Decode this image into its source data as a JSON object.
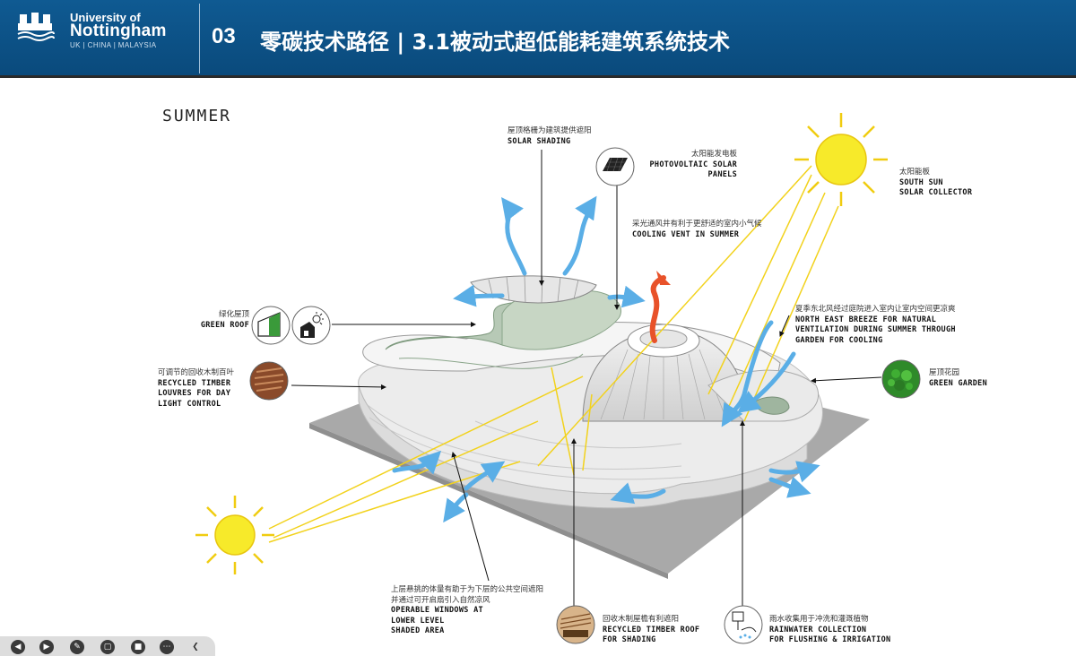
{
  "header": {
    "university": {
      "line1": "University of",
      "line2": "Nottingham",
      "line3": "UK | CHINA | MALAYSIA"
    },
    "section_number": "03",
    "title": "零碳技术路径 | 3.1被动式超低能耗建筑系统技术"
  },
  "diagram_title": "SUMMER",
  "labels": {
    "solar_shading": {
      "cn": "屋顶格栅为建筑提供遮阳",
      "en": "SOLAR SHADING"
    },
    "pv_panels": {
      "cn": "太阳能发电板",
      "en1": "PHOTOVOLTAIC SOLAR",
      "en2": "PANELS"
    },
    "south_sun": {
      "cn": "太阳能板",
      "en1": "SOUTH SUN",
      "en2": "SOLAR COLLECTOR"
    },
    "cooling_vent": {
      "cn": "采光通风井有利于更舒适的室内小气候",
      "en": "COOLING VENT IN SUMMER"
    },
    "green_roof": {
      "cn": "绿化屋顶",
      "en": "GREEN ROOF"
    },
    "breeze": {
      "cn": "夏季东北风经过庭院进入室内让室内空间更凉爽",
      "en1": "NORTH EAST BREEZE FOR NATURAL",
      "en2": "VENTILATION DURING SUMMER THROUGH",
      "en3": "GARDEN FOR COOLING"
    },
    "louvres": {
      "cn": "可调节的回收木制百叶",
      "en1": "RECYCLED TIMBER",
      "en2": "LOUVRES FOR DAY",
      "en3": "LIGHT CONTROL"
    },
    "green_garden": {
      "cn": "屋顶花园",
      "en": "GREEN GARDEN"
    },
    "operable_windows": {
      "cn1": "上层悬挑的体量有助于为下层的公共空间遮阳",
      "cn2": "并通过可开启扇引入自然凉风",
      "en1": "OPERABLE WINDOWS AT",
      "en2": "LOWER LEVEL",
      "en3": "SHADED AREA"
    },
    "timber_roof": {
      "cn": "回收木制屋檐有利遮阳",
      "en1": "RECYCLED TIMBER ROOF",
      "en2": "FOR SHADING"
    },
    "rainwater": {
      "cn": "雨水收集用于冲洗和灌溉植物",
      "en1": "RAINWATER COLLECTION",
      "en2": "FOR FLUSHING & IRRIGATION"
    }
  },
  "colors": {
    "header_blue": "#0d5388",
    "air_blue": "#5aaee6",
    "sun_yellow": "#f7ea2a",
    "sun_ray": "#f2d21c",
    "hot_air": "#e8522a",
    "ground": "#a9a9a9"
  },
  "icons": [
    "crest-icon",
    "pv-panel-icon",
    "green-roof-icon",
    "sun-sensor-icon",
    "timber-louvre-icon",
    "green-garden-icon",
    "timber-roof-icon",
    "rainwater-icon"
  ],
  "toolbar": [
    "prev-icon",
    "next-icon",
    "pen-icon",
    "select-icon",
    "camera-icon",
    "more-icon",
    "collapse-icon"
  ]
}
